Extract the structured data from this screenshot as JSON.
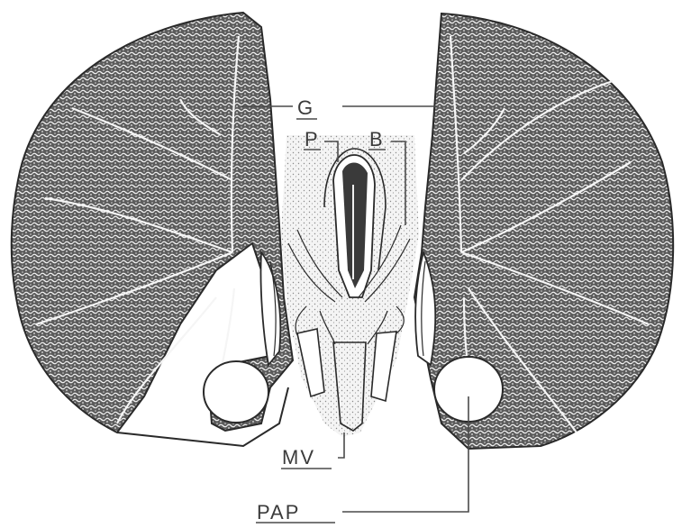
{
  "labels": {
    "g": "G",
    "p": "P",
    "b": "B",
    "mv": "MV",
    "pap": "PAP"
  }
}
